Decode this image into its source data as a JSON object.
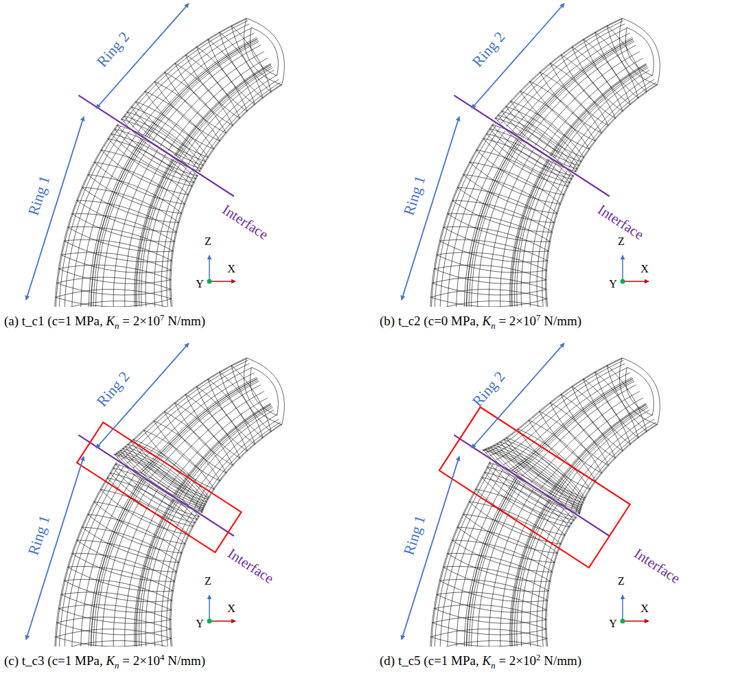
{
  "diagram": {
    "labels": [
      "Ring 2",
      "Ring 1",
      "Interface",
      "Z",
      "X",
      "Y",
      "(a) t_c1 (c=1 MPa, Kn = 2×107 N/mm)",
      "Ring 2",
      "Ring 1",
      "Interface",
      "Z",
      "X",
      "Y",
      "(b)  t_c2 (c=0 MPa, Kn = 2×107 N/mm)",
      "Ring 2",
      "Ring 1",
      "Interface",
      "Z",
      "X",
      "Y",
      "(c) t_c3 (c=1 MPa, Kn = 2×104 N/mm)",
      "Ring 2",
      "Ring 1",
      "Interface",
      "Z",
      "X",
      "Y",
      "(d) t_c5 (c=1 MPa, Kn = 2×102 N/mm)"
    ]
  }
}
